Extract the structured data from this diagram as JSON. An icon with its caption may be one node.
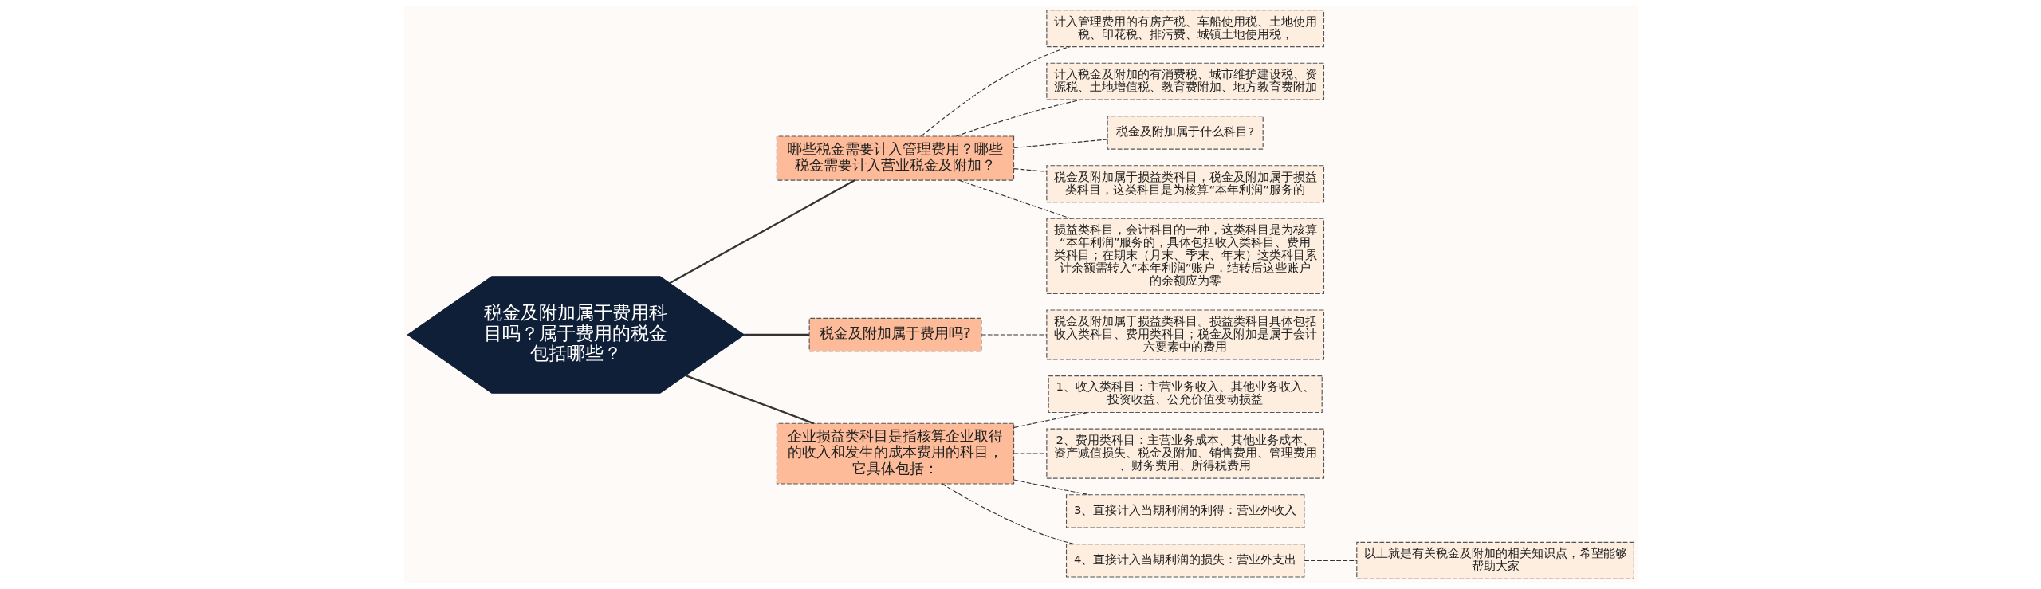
{
  "diagram": {
    "nodes": [
      {
        "text": [
          "税金及附加属于费用科目吗？属于费用的税金包括哪些？"
        ]
      },
      {
        "text": [
          "哪些税金需要计入管理费用？哪些税金需要计入营业税金及附加？"
        ]
      },
      {
        "text": [
          "计入管理费用的有房产税、车船使用税、土地使用税、印花税、排污费、城镇土地使用税，"
        ]
      },
      {
        "text": [
          "计入税金及附加的有消费税、城市维护建设税、资源税、土地增值税、教育费附加、地方教育费附加"
        ]
      },
      {
        "text": [
          "税金及附加属于什么科目?"
        ]
      },
      {
        "text": [
          "税金及附加属于损益类科目，税金及附加属于损益类科目，这类科目是为核算“本年利润”服务的"
        ]
      },
      {
        "text": [
          "损益类科目，会计科目的一种，这类科目是为核算“本年利润”服务的，具体包括收入类科目、费用类科目；在期末（月末、季末、年末）这类科目累计余额需转入“本年利润”账户，结转后这些账户的余额应为零"
        ]
      },
      {
        "text": [
          "税金及附加属于费用吗?"
        ]
      },
      {
        "text": [
          "税金及附加属于损益类科目。损益类科目具体包括收入类科目、费用类科目；税金及附加是属于会计六要素中的费用"
        ]
      },
      {
        "text": [
          "企业损益类科目是指核算企业取得的收入和发生的成本费用的科目，它具体包括："
        ]
      },
      {
        "text": [
          "1、收入类科目：主营业务收入、其他业务收入、投资收益、公允价值变动损益"
        ]
      },
      {
        "text": [
          "2、费用类科目：主营业务成本、其他业务成本、资产减值损失、税金及附加、销售费用、管理费用、财务费用、所得税费用"
        ]
      },
      {
        "text": [
          "3、直接计入当期利润的利得：营业外收入"
        ]
      },
      {
        "text": [
          "4、直接计入当期利润的损失：营业外支出"
        ]
      },
      {
        "text": [
          "以上就是有关税金及附加的相关知识点，希望能够帮助大家"
        ]
      }
    ],
    "edges": [
      {
        "from": 0,
        "to": 1,
        "arrow": "none"
      },
      {
        "from": 1,
        "to": 2,
        "arrow": "none",
        "style": "dashed"
      },
      {
        "from": 1,
        "to": 3,
        "arrow": "none",
        "style": "dashed"
      },
      {
        "from": 1,
        "to": 4,
        "arrow": "none",
        "style": "dashed"
      },
      {
        "from": 1,
        "to": 5,
        "arrow": "none",
        "style": "dashed"
      },
      {
        "from": 1,
        "to": 6,
        "arrow": "none",
        "style": "dashed"
      },
      {
        "from": 0,
        "to": 7,
        "arrow": "none"
      },
      {
        "from": 7,
        "to": 8,
        "arrow": "none",
        "style": "dashed"
      },
      {
        "from": 0,
        "to": 9,
        "arrow": "none"
      },
      {
        "from": 9,
        "to": 10,
        "arrow": "none",
        "style": "dashed"
      },
      {
        "from": 9,
        "to": 11,
        "arrow": "none",
        "style": "dashed"
      },
      {
        "from": 9,
        "to": 12,
        "arrow": "none",
        "style": "dashed"
      },
      {
        "from": 9,
        "to": 13,
        "arrow": "none",
        "style": "dashed"
      },
      {
        "from": 13,
        "to": 14,
        "arrow": "none",
        "style": "dashed"
      }
    ]
  }
}
